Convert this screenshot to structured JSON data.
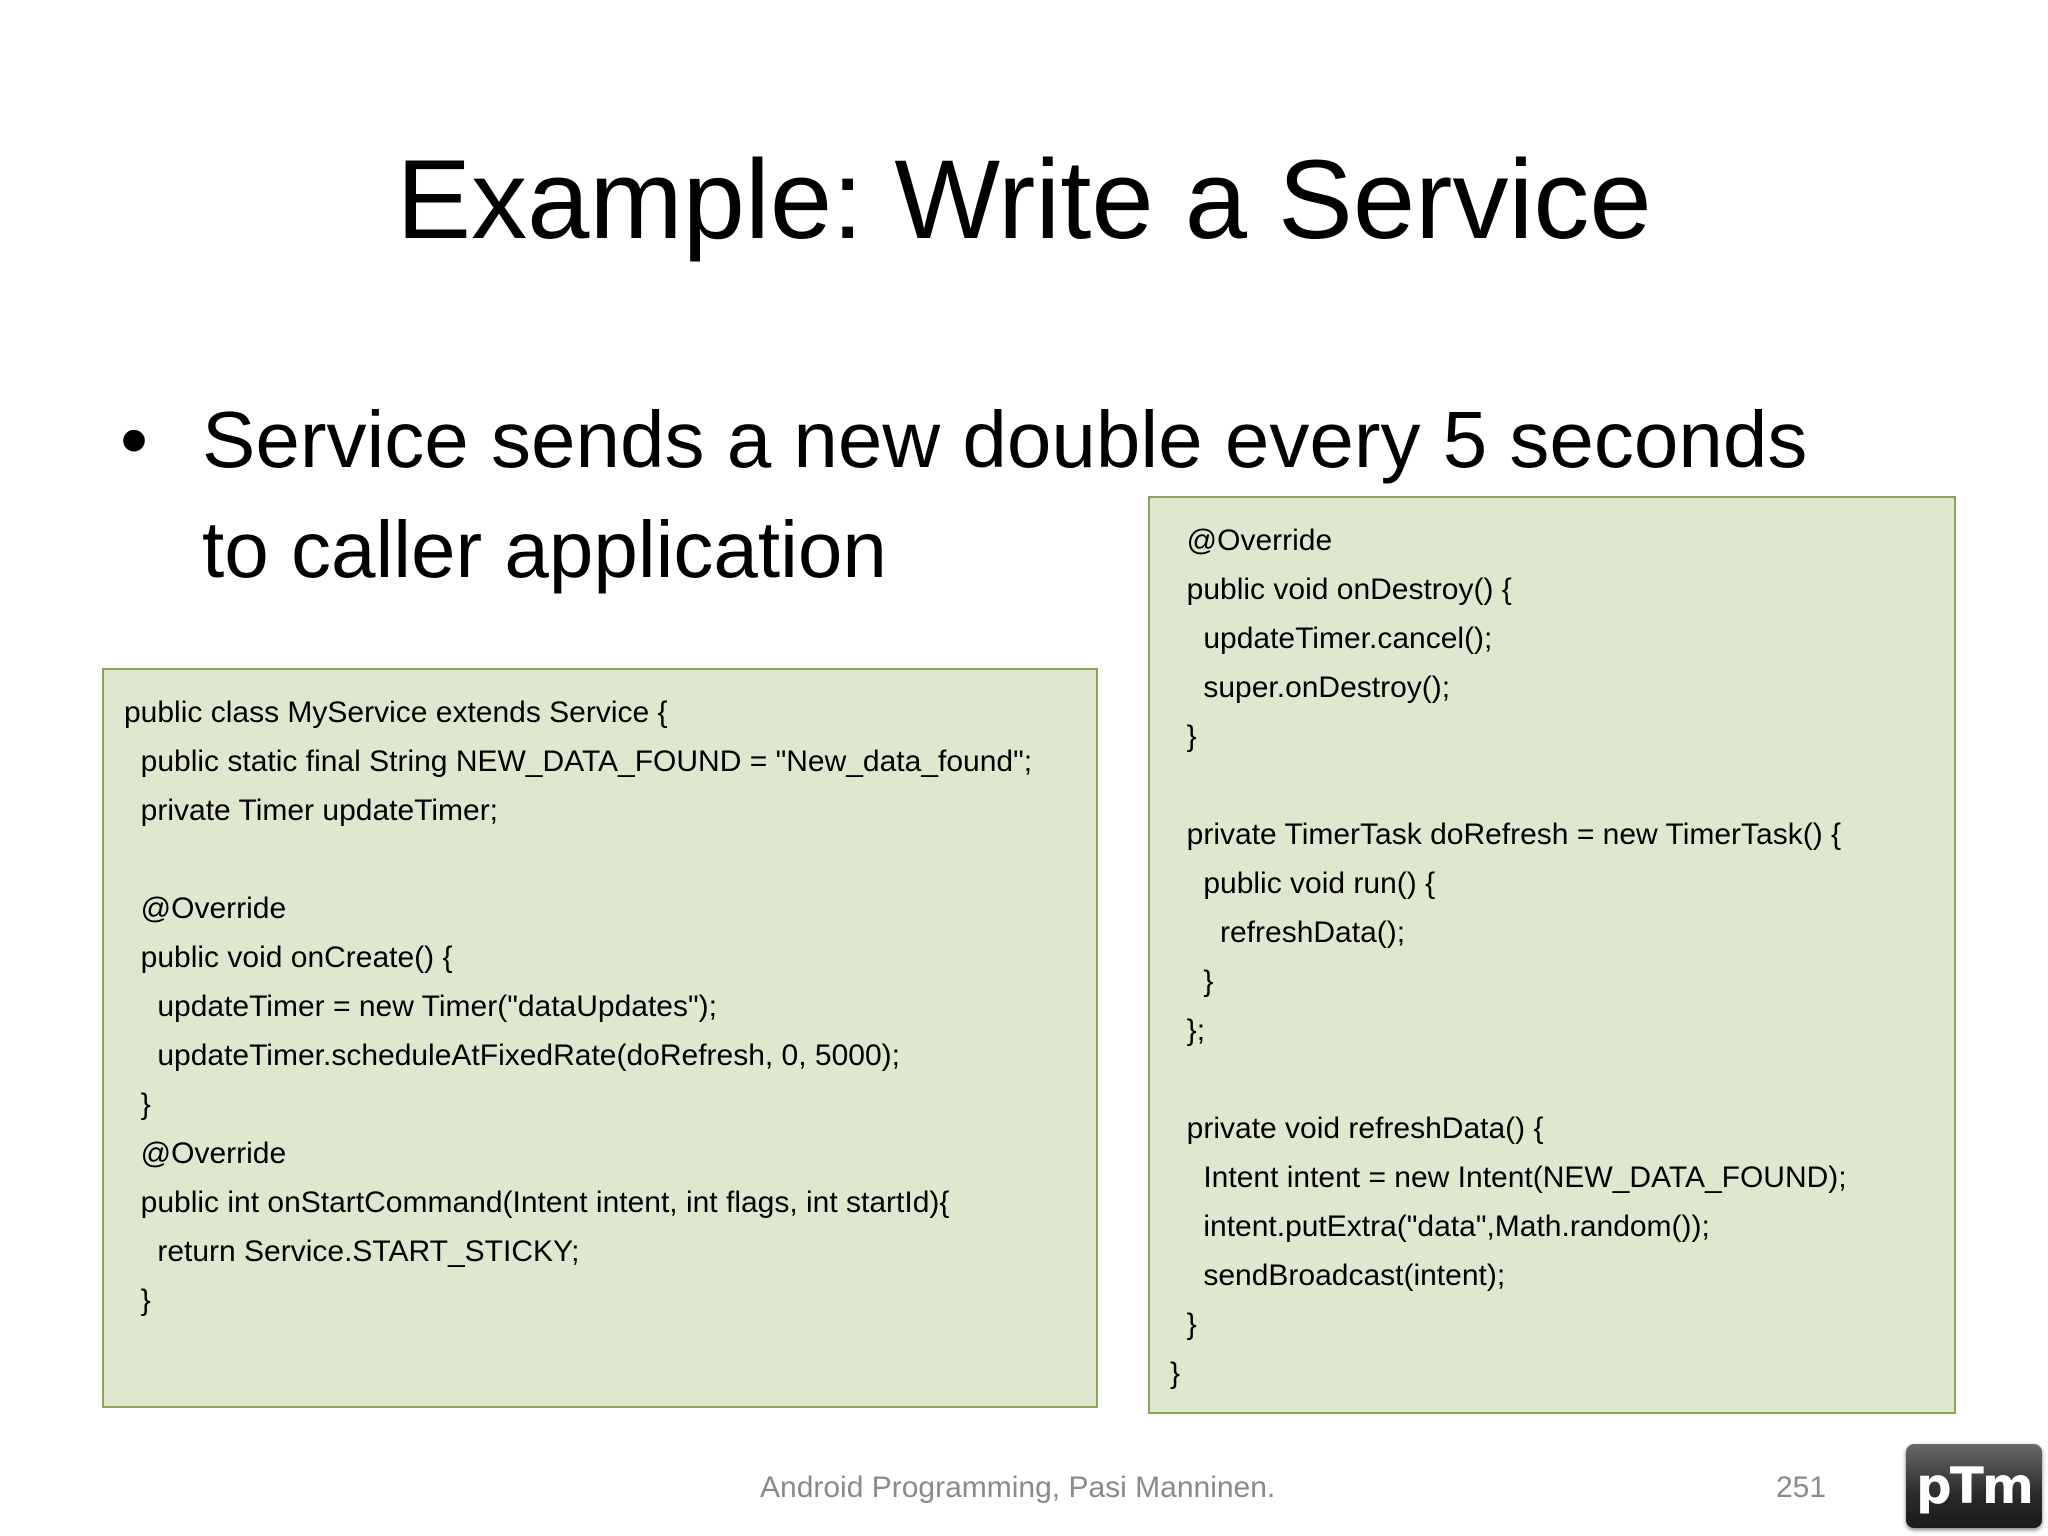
{
  "slide": {
    "title": "Example: Write a Service",
    "bullet_marker": "•",
    "bullet_text": "Service sends a new double every 5 seconds\nto caller application",
    "code_left": [
      "public class MyService extends Service {",
      "  public static final String NEW_DATA_FOUND = \"New_data_found\";",
      "  private Timer updateTimer;",
      "",
      "  @Override",
      "  public void onCreate() {",
      "    updateTimer = new Timer(\"dataUpdates\");",
      "    updateTimer.scheduleAtFixedRate(doRefresh, 0, 5000);",
      "  }",
      "  @Override",
      "  public int onStartCommand(Intent intent, int flags, int startId){",
      "    return Service.START_STICKY;",
      "  }"
    ],
    "code_right": [
      "  @Override",
      "  public void onDestroy() {",
      "    updateTimer.cancel();",
      "    super.onDestroy();",
      "  }",
      "",
      "  private TimerTask doRefresh = new TimerTask() {",
      "    public void run() {",
      "      refreshData();",
      "    }",
      "  };",
      "",
      "  private void refreshData() {",
      "    Intent intent = new Intent(NEW_DATA_FOUND);",
      "    intent.putExtra(\"data\",Math.random());",
      "    sendBroadcast(intent);",
      "  }",
      "}"
    ],
    "footer": "Android Programming, Pasi Manninen.",
    "page_number": "251",
    "logo_text": "pTm",
    "colors": {
      "code_background": "#dfe8cf",
      "code_border": "#8aa55a",
      "footer_text": "#8a8a8a"
    }
  }
}
